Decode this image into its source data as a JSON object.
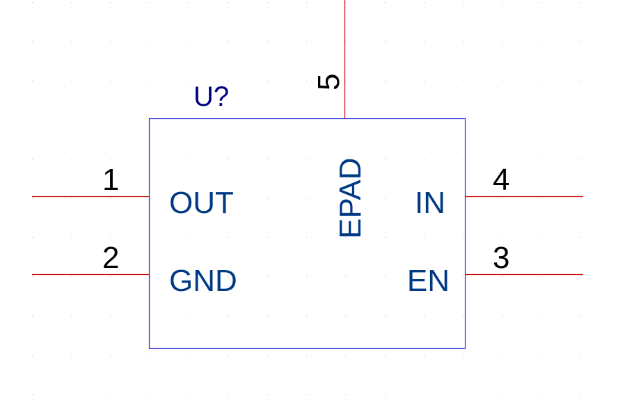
{
  "component": {
    "reference": "U?",
    "pins": [
      {
        "number": "1",
        "name": "OUT"
      },
      {
        "number": "2",
        "name": "GND"
      },
      {
        "number": "3",
        "name": "EN"
      },
      {
        "number": "4",
        "name": "IN"
      },
      {
        "number": "5",
        "name": "EPAD"
      }
    ]
  },
  "colors": {
    "background": "#ffffff",
    "grid_dot": "#c8c8c8",
    "body_outline": "#2a2ad0",
    "pin_line": "#cc0000",
    "pin_number_text": "#000000",
    "pin_name_text": "#003a84",
    "reference_text": "#000084"
  }
}
